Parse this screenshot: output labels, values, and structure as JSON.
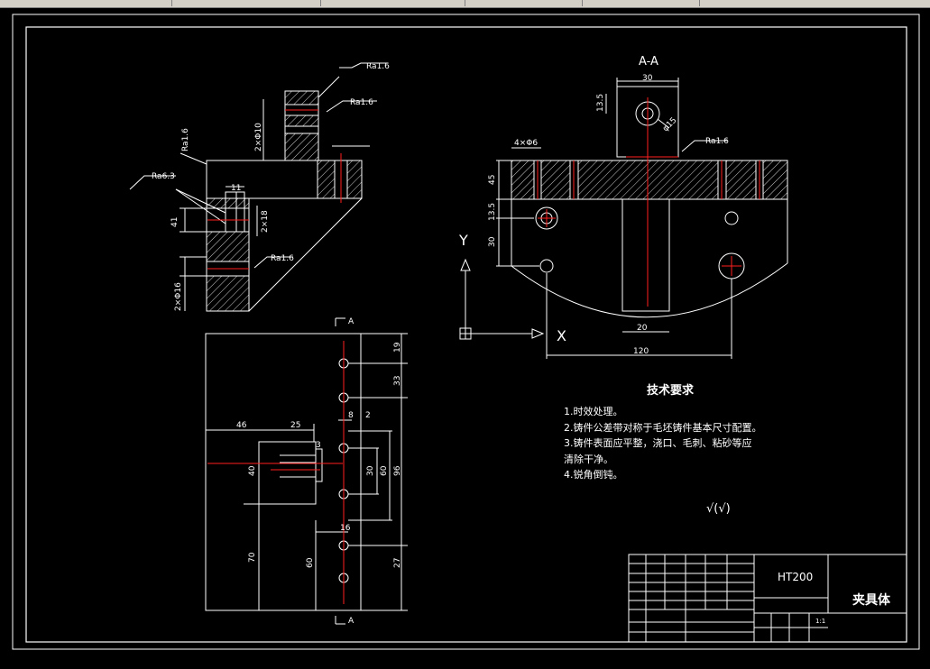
{
  "colors": {
    "background": "#000000",
    "lines": "#ffffff",
    "centerline": "#ff2020",
    "hatch": "#ffffff"
  },
  "section_label": "A-A",
  "axis": {
    "y": "Y",
    "x": "X"
  },
  "view_marks": [
    "A",
    "A"
  ],
  "roughness": [
    "Ra1.6",
    "Ra1.6",
    "Ra1.6",
    "Ra6.3",
    "Ra1.6",
    "Ra1.6"
  ],
  "dims_left": [
    "11",
    "41",
    "2×18",
    "2×Φ10",
    "2×Φ16"
  ],
  "dims_right": [
    "30",
    "13.5",
    "φ15",
    "4×Φ6",
    "45",
    "13.5",
    "30",
    "20",
    "120"
  ],
  "dims_bottom": [
    "46",
    "25",
    "8",
    "2",
    "3",
    "40",
    "30",
    "60",
    "96",
    "16",
    "70",
    "60",
    "19",
    "33",
    "27"
  ],
  "tech_title": "技术要求",
  "tech_lines": [
    "1.时效处理。",
    "2.铸件公差带对称于毛坯铸件基本尺寸配置。",
    "3.铸件表面应平整，浇口、毛刺、粘砂等应",
    "清除干净。",
    "4.锐角倒钝。"
  ],
  "surface_symbol": "√(√)",
  "title_block": {
    "material": "HT200",
    "name": "夹具体",
    "scale": "1:1"
  }
}
